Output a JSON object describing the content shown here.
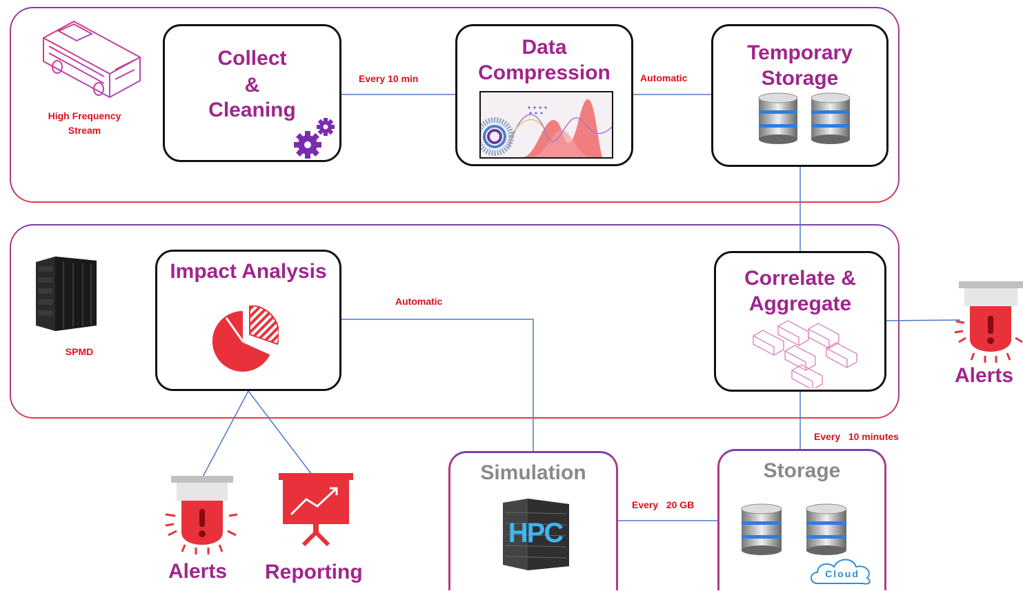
{
  "lanes": {
    "top_stream_label": "High Frequency Stream",
    "bottom_lane_label": "SPMD"
  },
  "nodes": {
    "collect": {
      "title_line1": "Collect",
      "title_line2": "&",
      "title_line3": "Cleaning"
    },
    "compression": {
      "title_line1": "Data",
      "title_line2": "Compression"
    },
    "temp_storage": {
      "title_line1": "Temporary",
      "title_line2": "Storage"
    },
    "impact": {
      "title": "Impact Analysis"
    },
    "correlate": {
      "title_line1": "Correlate &",
      "title_line2": "Aggregate"
    },
    "simulation": {
      "title": "Simulation",
      "icon_text": "HPC"
    },
    "storage": {
      "title": "Storage",
      "cloud_text": "Cloud"
    }
  },
  "edges": {
    "collect_to_compression": "Every 10 min",
    "compression_to_temp": "Automatic",
    "impact_to_simulation": "Automatic",
    "correlate_to_storage": "Every   10 minutes",
    "simulation_to_storage": "Every   20 GB"
  },
  "outputs": {
    "alerts_right": "Alerts",
    "alerts_bottom": "Alerts",
    "reporting": "Reporting"
  },
  "colors": {
    "title_purple": "#a0258c",
    "edge_red": "#e00d1d",
    "wire_blue": "#4a78c8",
    "lane_purple": "#7a3fb0",
    "lane_red": "#e23a4a",
    "alert_red": "#e8313a"
  }
}
